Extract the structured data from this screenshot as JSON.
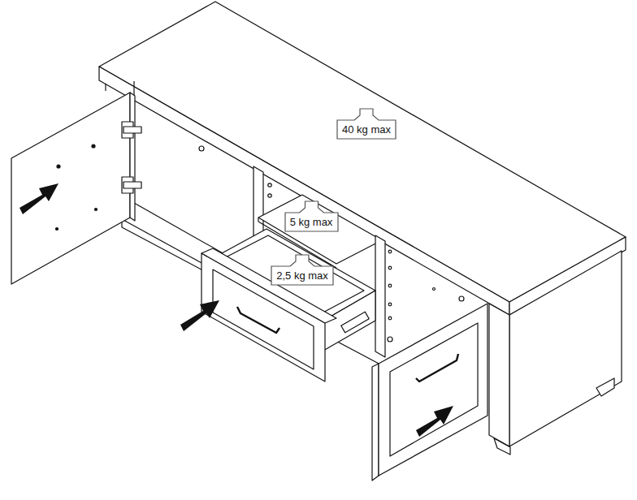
{
  "diagram": {
    "nodes": [
      {
        "text": [
          "40 kg max"
        ]
      },
      {
        "text": [
          "5 kg max"
        ]
      },
      {
        "text": [
          "2,5 kg max"
        ]
      }
    ]
  }
}
